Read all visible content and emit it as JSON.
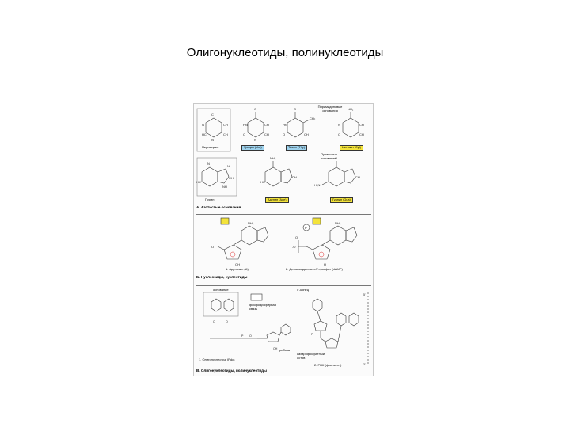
{
  "slide": {
    "title": "Олигонуклеотиды, полинуклеотиды"
  },
  "figure": {
    "section_a": {
      "caption": "А. Азотистые основания",
      "header_note": "Пиримидиновые основания",
      "purine_note": "Пуриновые основания",
      "labels": {
        "pyrimidine": "Пиримидин",
        "purine": "Пурин",
        "uracil": "Урацил (Ura)",
        "thymine": "Тимин (Thy)",
        "cytosine": "Цитозин (Cyt)",
        "adenine": "Аденин (Ade)",
        "guanine": "Гуанин (Gua)"
      },
      "colors": {
        "yellow": "#f3e33b",
        "blue": "#9ed3ee"
      }
    },
    "section_b": {
      "caption": "Б. Нуклеозиды, нуклеотиды",
      "left_label": "1. Аденозин (A)",
      "right_label": "2. Дезоксиаденозин-5'-фосфат (dAMP)"
    },
    "section_c": {
      "caption": "В. Олигонуклеотиды, полинуклеотиды",
      "base_label": "основание",
      "phosphodiester_label": "фосфодиэфирная связь",
      "sugar_label": "рибоза",
      "left_label": "1. Олигонуклеотид (Pdc)",
      "right_label": "2. РНК (фрагмент)",
      "strand_label": "5'-конец",
      "backbone_label": "сахарофосфатный остов"
    }
  }
}
